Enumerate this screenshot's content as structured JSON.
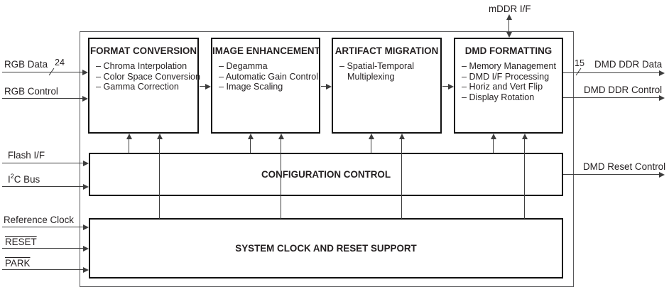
{
  "io": {
    "mddr": "mDDR I/F",
    "left": {
      "rgb_data": "RGB Data",
      "rgb_data_width": "24",
      "rgb_control": "RGB Control",
      "flash": "Flash I/F",
      "i2c_pre": "I",
      "i2c_sup": "2",
      "i2c_post": "C Bus",
      "ref_clock": "Reference Clock",
      "reset": "RESET",
      "park": "PARK"
    },
    "right": {
      "ddr_data_width": "15",
      "ddr_data": "DMD DDR Data",
      "ddr_control": "DMD DDR Control",
      "reset_control": "DMD Reset Control"
    }
  },
  "blocks": {
    "format_conversion": {
      "title": "FORMAT CONVERSION",
      "items": [
        "– Chroma Interpolation",
        "– Color Space Conversion",
        "– Gamma Correction"
      ]
    },
    "image_enhancement": {
      "title": "IMAGE ENHANCEMENT",
      "items": [
        "– Degamma",
        "– Automatic Gain Control",
        "– Image Scaling"
      ]
    },
    "artifact_migration": {
      "title": "ARTIFACT MIGRATION",
      "items": [
        "– Spatial-Temporal",
        "Multiplexing"
      ]
    },
    "dmd_formatting": {
      "title": "DMD FORMATTING",
      "items": [
        "– Memory Management",
        "– DMD I/F Processing",
        "– Horiz and Vert Flip",
        "– Display Rotation"
      ]
    }
  },
  "bars": {
    "configuration": "CONFIGURATION CONTROL",
    "system_clock": "SYSTEM CLOCK AND RESET SUPPORT"
  },
  "colors": {
    "connector_line": "#3d3d3d",
    "block_border": "#111111",
    "outer_border": "#58585a",
    "text": "#231f20",
    "background": "#ffffff"
  }
}
